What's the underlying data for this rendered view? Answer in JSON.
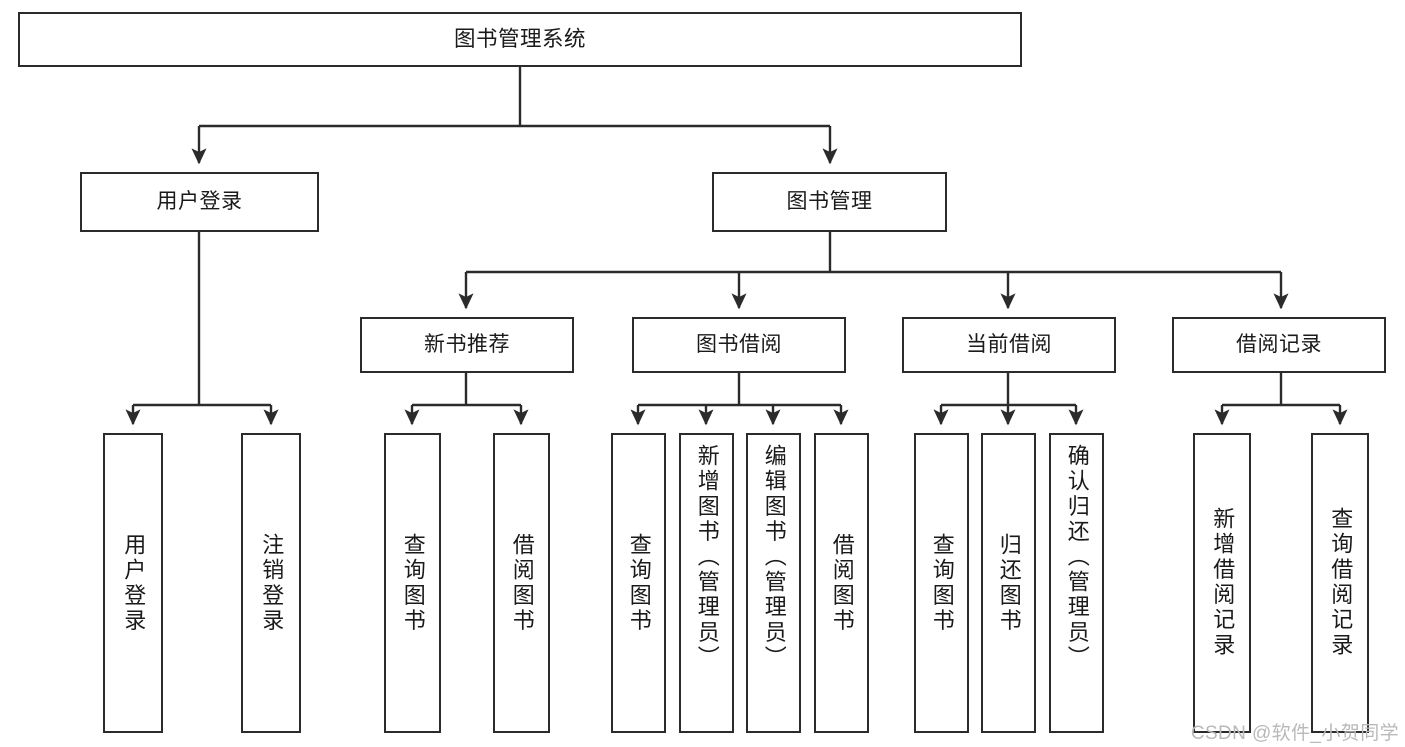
{
  "diagram": {
    "title": "图书管理系统",
    "type": "tree-structure-chart",
    "watermark": "CSDN @软件_小贺同学",
    "colors": {
      "border": "#2b2b2b",
      "background": "#ffffff",
      "text": "#1a1a1a",
      "connector": "#2b2b2b",
      "watermark": "#b9b9b9"
    }
  },
  "nodes": {
    "root": {
      "label": "图书管理系统"
    },
    "level2": [
      {
        "label": "用户登录"
      },
      {
        "label": "图书管理"
      }
    ],
    "level3": [
      {
        "label": "新书推荐"
      },
      {
        "label": "图书借阅"
      },
      {
        "label": "当前借阅"
      },
      {
        "label": "借阅记录"
      }
    ],
    "leaves": {
      "user_login": [
        {
          "label": "用户登录"
        },
        {
          "label": "注销登录"
        }
      ],
      "new_book_recommend": [
        {
          "label": "查询图书"
        },
        {
          "label": "借阅图书"
        }
      ],
      "book_borrow": [
        {
          "label": "查询图书"
        },
        {
          "label": "新增图书（管理员）"
        },
        {
          "label": "编辑图书（管理员）"
        },
        {
          "label": "借阅图书"
        }
      ],
      "current_borrow": [
        {
          "label": "查询图书"
        },
        {
          "label": "归还图书"
        },
        {
          "label": "确认归还（管理员）"
        }
      ],
      "borrow_record": [
        {
          "label": "新增借阅记录"
        },
        {
          "label": "查询借阅记录"
        }
      ]
    }
  }
}
